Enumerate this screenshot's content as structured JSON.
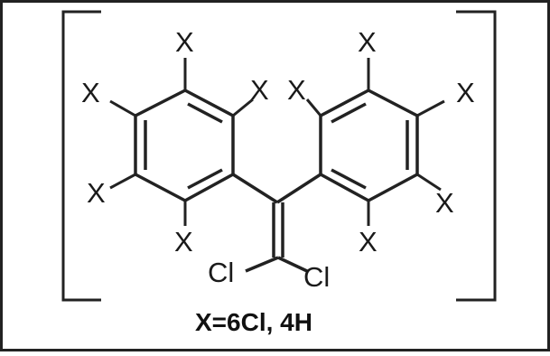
{
  "diagram": {
    "substituent_symbol": "X",
    "chlorine_left": "Cl",
    "chlorine_right": "Cl",
    "caption": "X=6Cl, 4H"
  }
}
